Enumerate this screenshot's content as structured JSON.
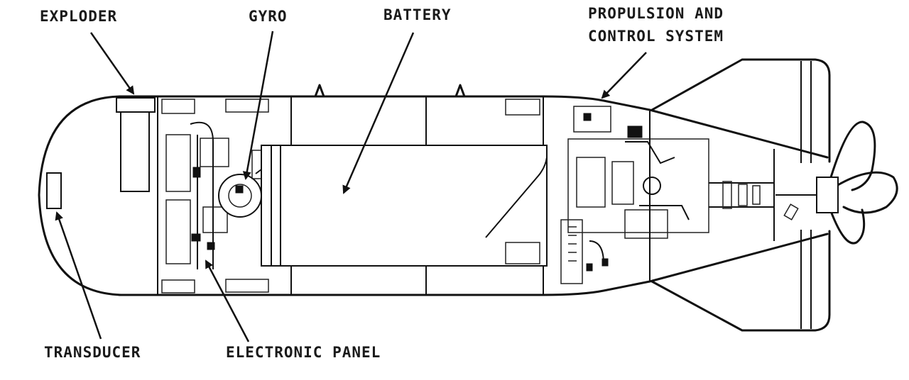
{
  "labels": {
    "exploder": "EXPLODER",
    "gyro": "GYRO",
    "battery": "BATTERY",
    "propulsion_line1": "PROPULSION AND",
    "propulsion_line2": "CONTROL SYSTEM",
    "transducer": "TRANSDUCER",
    "electronic_panel": "ELECTRONIC PANEL"
  },
  "colors": {
    "ink": "#111111",
    "paper": "#ffffff"
  }
}
